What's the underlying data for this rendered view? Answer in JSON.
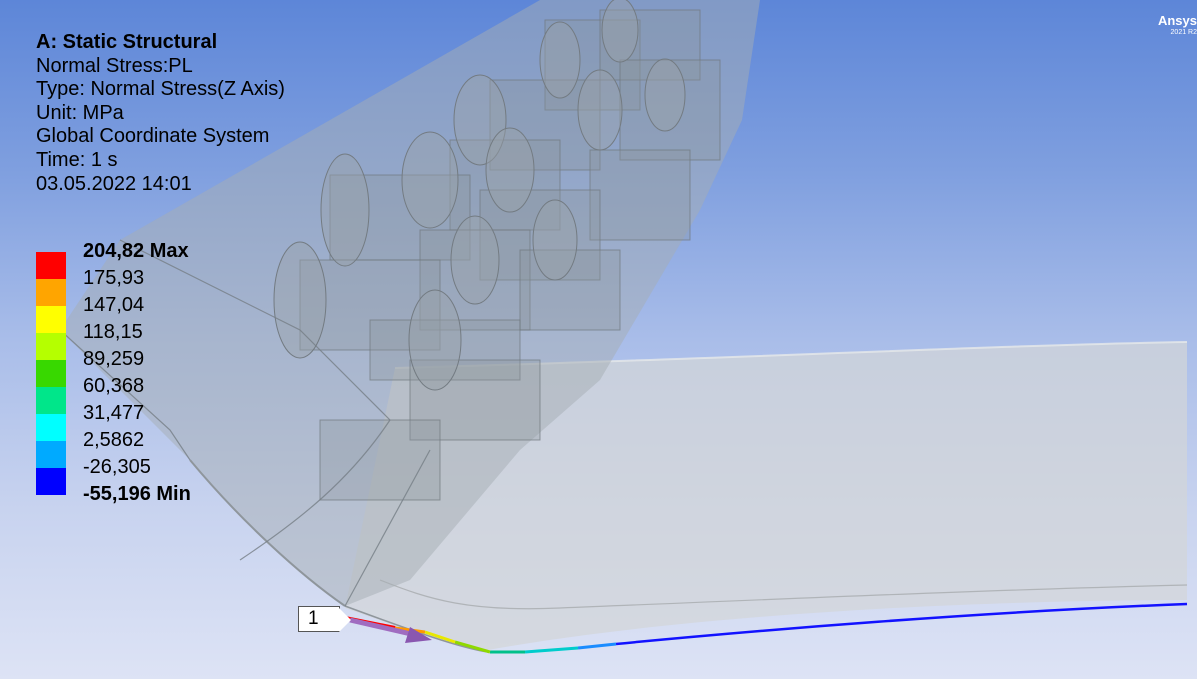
{
  "result": {
    "title": "A: Static Structural",
    "name": "Normal Stress:PL",
    "type": "Type: Normal Stress(Z Axis)",
    "unit": "Unit: MPa",
    "coordinate_system": "Global Coordinate System",
    "time": "Time: 1 s",
    "datetime": "03.05.2022 14:01"
  },
  "legend": {
    "items": [
      {
        "label": "204,82 Max",
        "color": "#ff0000",
        "bold": true
      },
      {
        "label": "175,93",
        "color": "#ffa500"
      },
      {
        "label": "147,04",
        "color": "#ffff00"
      },
      {
        "label": "118,15",
        "color": "#b5ff00"
      },
      {
        "label": "89,259",
        "color": "#38d800"
      },
      {
        "label": "60,368",
        "color": "#00e68a"
      },
      {
        "label": "31,477",
        "color": "#00ffff"
      },
      {
        "label": "2,5862",
        "color": "#00aaff"
      },
      {
        "label": "-26,305",
        "color": "#0000ff"
      },
      {
        "label": "-55,196 Min",
        "color": null,
        "bold": true
      }
    ]
  },
  "brand": {
    "name": "Ansys",
    "version": "2021 R2"
  },
  "probe": {
    "label": "1"
  }
}
